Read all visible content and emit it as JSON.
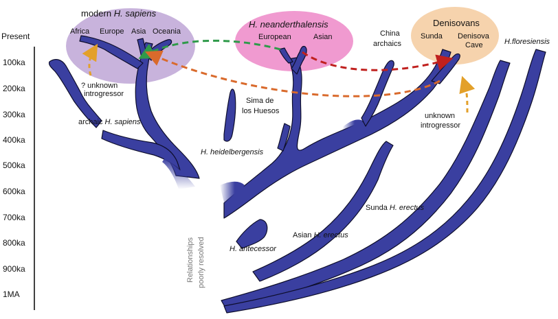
{
  "axis": {
    "ticks": [
      "Present",
      "100ka",
      "200ka",
      "300ka",
      "400ka",
      "500ka",
      "600ka",
      "700ka",
      "800ka",
      "900ka",
      "1MA"
    ]
  },
  "groups": {
    "sapiens": {
      "title_prefix": "modern ",
      "title_species": "H. sapiens",
      "populations": [
        "Africa",
        "Europe",
        "Asia",
        "Oceania"
      ],
      "color": "#c8b3dc"
    },
    "neanderthal": {
      "title": "H. neanderthalensis",
      "populations": [
        "European",
        "Asian"
      ],
      "color": "#f09ad0"
    },
    "denisovan": {
      "title": "Denisovans",
      "populations": [
        "Sunda",
        "Denisova",
        "Cave"
      ],
      "color": "#f6d3ad"
    }
  },
  "labels": {
    "unknown_left_q": "? unknown",
    "unknown_left": "introgressor",
    "archaic_prefix": "archaic ",
    "archaic_species": "H. sapiens",
    "heidelbergensis": "H. heidelbergensis",
    "sima1": "Sima de",
    "sima2": "los Huesos",
    "china1": "China",
    "china2": "archaics",
    "unknown_right1": "unknown",
    "unknown_right2": "introgressor",
    "floresiensis": "H.floresiensis",
    "sunda_prefix": "Sunda ",
    "sunda_species": "H. erectus",
    "asian_prefix": "Asian ",
    "asian_species": "H. erectus",
    "antecessor": "H. antecessor",
    "relationships1": "Relationships",
    "relationships2": "poorly resolved"
  },
  "arrow_colors": {
    "green": "#2f9a4a",
    "red": "#c0201e",
    "orange": "#d96a2c",
    "yellow": "#e3a02a"
  }
}
